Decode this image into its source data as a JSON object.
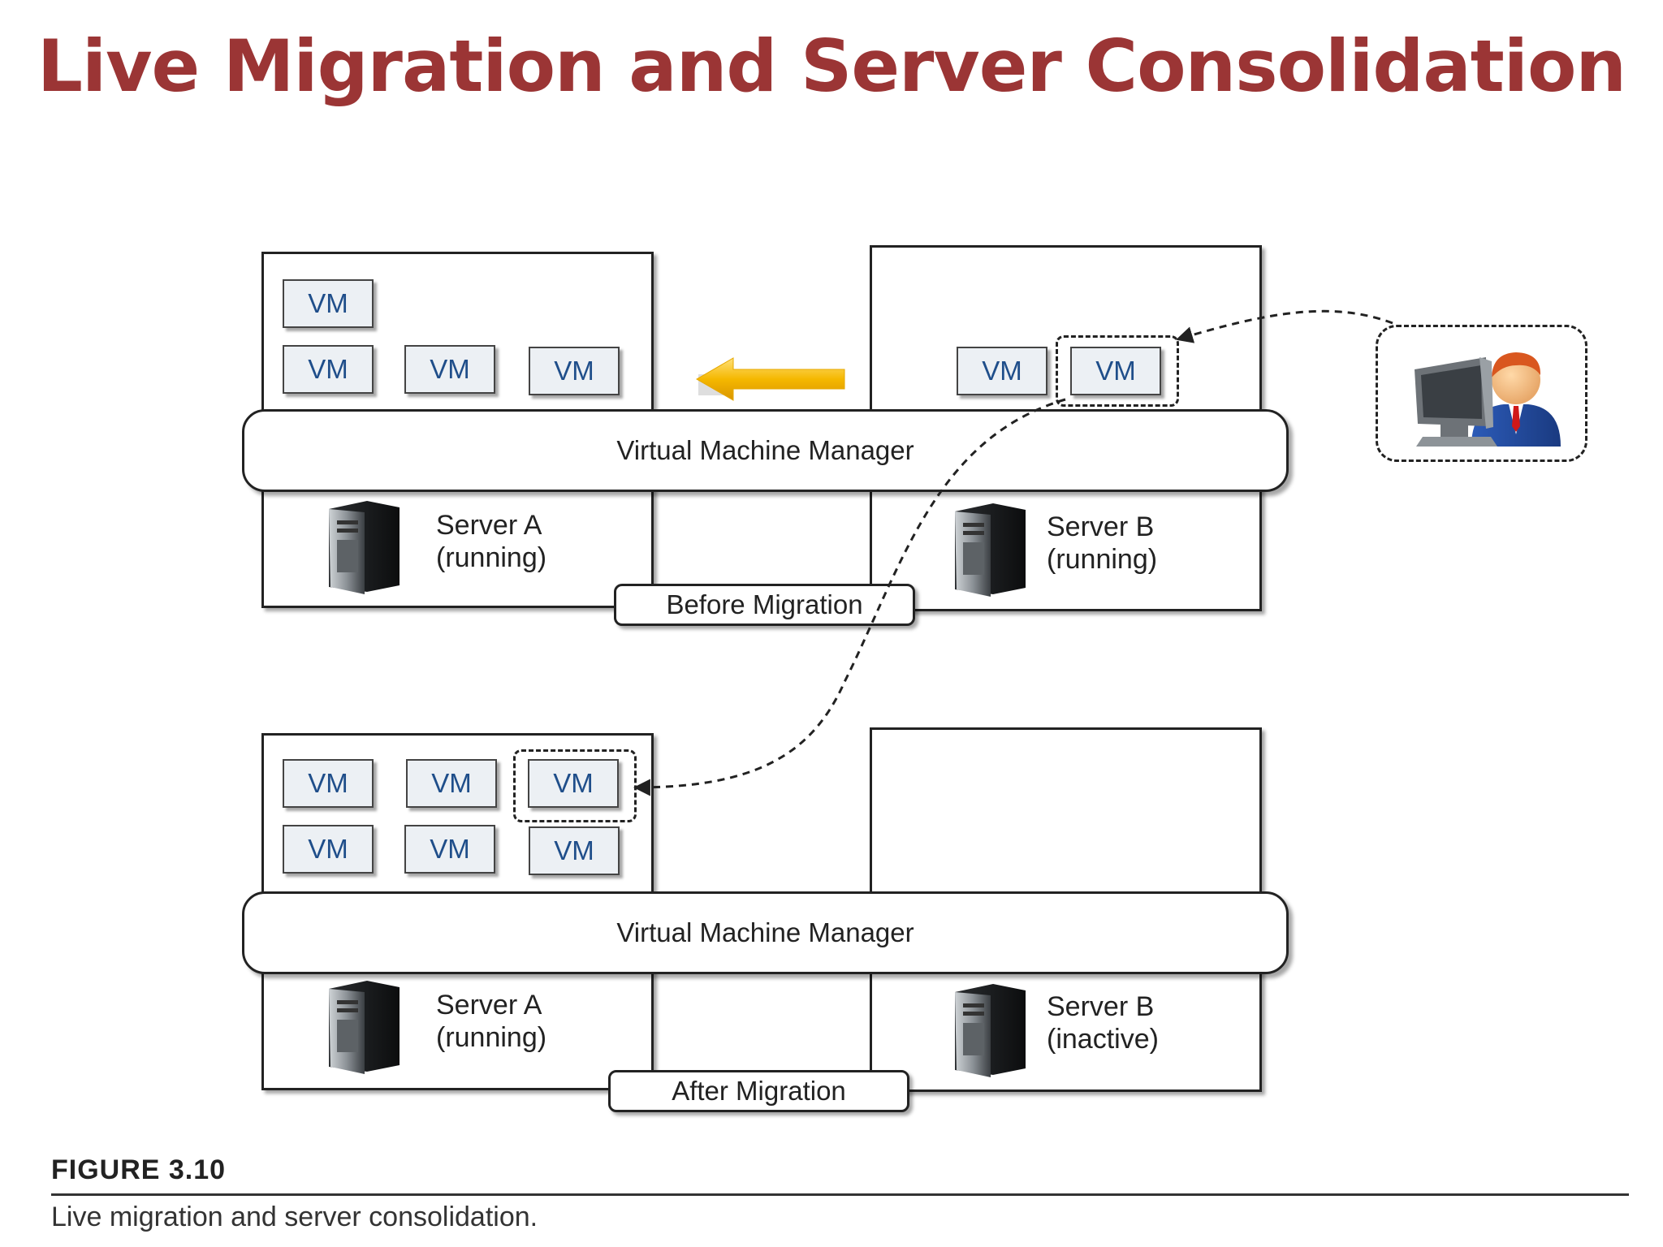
{
  "title": "Live Migration and Server Consolidation",
  "colors": {
    "title": "#9b3535",
    "vm_text": "#1f4e8a",
    "arrow": "#f5b800"
  },
  "before": {
    "vmm_label": "Virtual Machine Manager",
    "server_a": {
      "name": "Server A",
      "status": "(running)"
    },
    "server_b": {
      "name": "Server B",
      "status": "(running)"
    },
    "tag": "Before Migration",
    "vm_label": "VM"
  },
  "after": {
    "vmm_label": "Virtual Machine Manager",
    "server_a": {
      "name": "Server A",
      "status": "(running)"
    },
    "server_b": {
      "name": "Server B",
      "status": "(inactive)"
    },
    "tag": "After Migration",
    "vm_label": "VM"
  },
  "icons": {
    "server": "server-tower-icon",
    "user": "user-at-computer-icon",
    "arrow": "migration-arrow-icon"
  },
  "figure": {
    "number": "FIGURE 3.10",
    "caption": "Live migration and server consolidation."
  }
}
